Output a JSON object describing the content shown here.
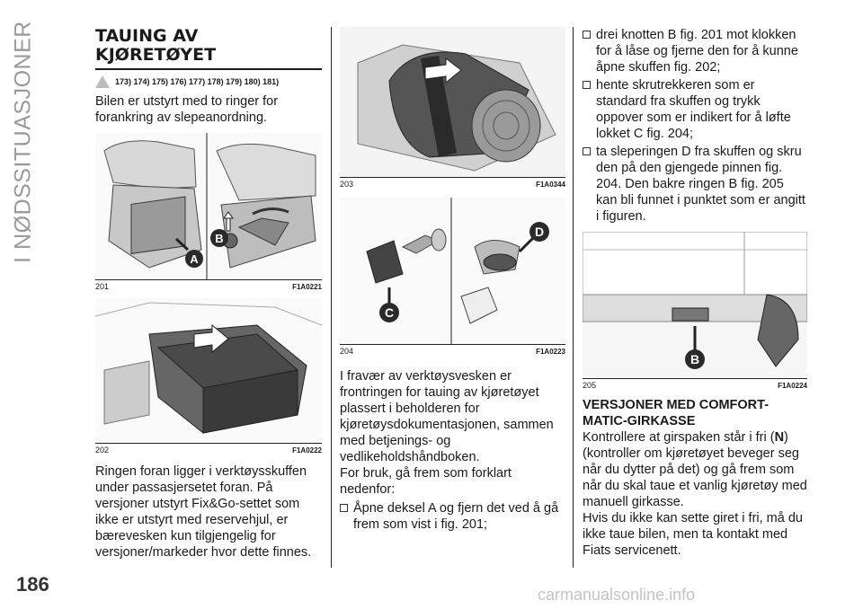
{
  "section_title": "I NØDSSITUASJONER",
  "page_number": "186",
  "watermark": "carmanualsonline.info",
  "heading": "TAUING AV KJØRETØYET",
  "warning_refs": "173) 174) 175) 176) 177) 178) 179) 180) 181)",
  "intro": "Bilen er utstyrt med to ringer for forankring av slepeanordning.",
  "figures": {
    "f201": {
      "num": "201",
      "code": "F1A0221",
      "labels": [
        "A",
        "B"
      ]
    },
    "f202": {
      "num": "202",
      "code": "F1A0222"
    },
    "f203": {
      "num": "203",
      "code": "F1A0344"
    },
    "f204": {
      "num": "204",
      "code": "F1A0223",
      "labels": [
        "C",
        "D"
      ]
    },
    "f205": {
      "num": "205",
      "code": "F1A0224",
      "labels": [
        "B"
      ]
    }
  },
  "col1_text": "Ringen foran ligger i verktøysskuffen under passasjersetet foran. På versjoner utstyrt Fix&Go-settet som ikke er utstyrt med reservehjul, er bærevesken kun tilgjengelig for versjoner/markeder hvor dette finnes.",
  "col2_text1": "I fravær av verktøysvesken er frontringen for tauing av kjøretøyet plassert i beholderen for kjøretøysdokumentasjonen, sammen med betjenings- og vedlikeholdshåndboken.",
  "col2_text2": "For bruk, gå frem som forklart nedenfor:",
  "col2_bullet": "Åpne deksel A og fjern det ved å gå frem som vist i fig. 201;",
  "col3_bullets": [
    "drei knotten B fig. 201 mot klokken for å låse og fjerne den for å kunne åpne skuffen fig. 202;",
    "hente skrutrekkeren som er standard fra skuffen og trykk oppover som er indikert for å løfte lokket C fig. 204;",
    "ta sleperingen D fra skuffen og skru den på den gjengede pinnen fig. 204. Den bakre ringen B fig. 205 kan bli funnet i punktet som er angitt i figuren."
  ],
  "subheading": "VERSJONER MED COMFORT-MATIC-GIRKASSE",
  "col3_text1_pre": "Kontrollere at girspaken står i fri (",
  "col3_text1_bold": "N",
  "col3_text1_post": ") (kontroller om kjøretøyet beveger seg når du dytter på det) og gå frem som når du skal taue et vanlig kjøretøy med manuell girkasse.",
  "col3_text2": "Hvis du ikke kan sette giret i fri, må du ikke taue bilen, men ta kontakt med Fiats servicenett."
}
